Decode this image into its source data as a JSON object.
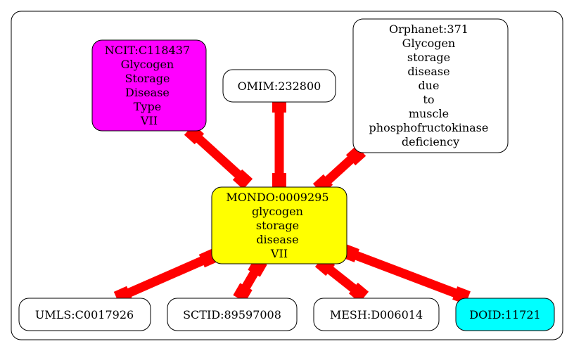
{
  "colors": {
    "edge": "#ff0000",
    "mondo_fill": "#ffff00",
    "ncit_fill": "#ff00ff",
    "doid_fill": "#00ffff",
    "default_fill": "#ffffff",
    "stroke": "#000000"
  },
  "nodes": {
    "mondo": [
      "MONDO:0009295",
      "glycogen",
      "storage",
      "disease",
      "VII"
    ],
    "ncit": [
      "NCIT:C118437",
      "Glycogen",
      "Storage",
      "Disease",
      "Type",
      "VII"
    ],
    "omim": [
      "OMIM:232800"
    ],
    "orphanet": [
      "Orphanet:371",
      "Glycogen",
      "storage",
      "disease",
      "due",
      "to",
      "muscle",
      "phosphofructokinase",
      "deficiency"
    ],
    "umls": [
      "UMLS:C0017926"
    ],
    "sctid": [
      "SCTID:89597008"
    ],
    "mesh": [
      "MESH:D006014"
    ],
    "doid": [
      "DOID:11721"
    ]
  }
}
